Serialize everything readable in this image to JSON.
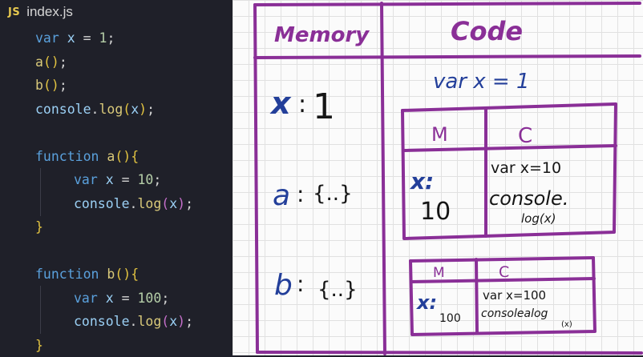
{
  "editor": {
    "tab": {
      "badge": "JS",
      "filename": "index.js"
    },
    "code": {
      "l1_kw": "var",
      "l1_id": "x",
      "l1_eq": " = ",
      "l1_num": "1",
      "l1_end": ";",
      "l2": "a",
      "l3": "b",
      "l4_obj": "console",
      "l4_m": "log",
      "l4_arg": "x",
      "l6_kw": "function",
      "l6_fn": "a",
      "l7_kw": "var",
      "l7_id": "x",
      "l7_num": "10",
      "l8_obj": "console",
      "l8_m": "log",
      "l8_arg": "x",
      "l10_kw": "function",
      "l10_fn": "b",
      "l11_kw": "var",
      "l11_id": "x",
      "l11_num": "100",
      "l12_obj": "console",
      "l12_m": "log",
      "l12_arg": "x"
    }
  },
  "board": {
    "memory_header": "Memory",
    "code_header": "Code",
    "mem_x_key": "x",
    "mem_x_val": "1",
    "mem_a_key": "a",
    "mem_a_val": "{..}",
    "mem_b_key": "b",
    "mem_b_val": "{..}",
    "code_line": "var x = 1",
    "ctx_a": {
      "m": "M",
      "c": "C",
      "key": "x:",
      "val": "10",
      "code1": "var x=10",
      "code2": "console.",
      "code3": "log(x)"
    },
    "ctx_b": {
      "m": "M",
      "c": "C",
      "key": "x:",
      "val": "100",
      "code1": "var x=100",
      "code2": "consolealog",
      "code3": "(x)"
    },
    "colors": {
      "ink_purple": "#8a2f97",
      "ink_blue": "#233f9a",
      "ink_black": "#151515",
      "editor_bg": "#1f2029"
    }
  }
}
